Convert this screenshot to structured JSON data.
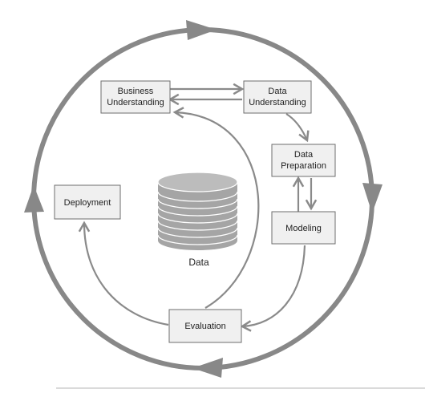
{
  "diagram": {
    "phases": {
      "business_understanding": [
        "Business",
        "Understanding"
      ],
      "data_understanding": [
        "Data",
        "Understanding"
      ],
      "data_preparation": [
        "Data",
        "Preparation"
      ],
      "modeling": "Modeling",
      "evaluation": "Evaluation",
      "deployment": "Deployment"
    },
    "center_label": "Data"
  },
  "colors": {
    "outer_cycle": "#888888",
    "arrow": "#8a8a8a",
    "box_fill": "#f0f0f0",
    "box_stroke": "#6e6e6e",
    "cylinder_fill": "#a5a5a5",
    "cylinder_line": "#ffffff"
  }
}
